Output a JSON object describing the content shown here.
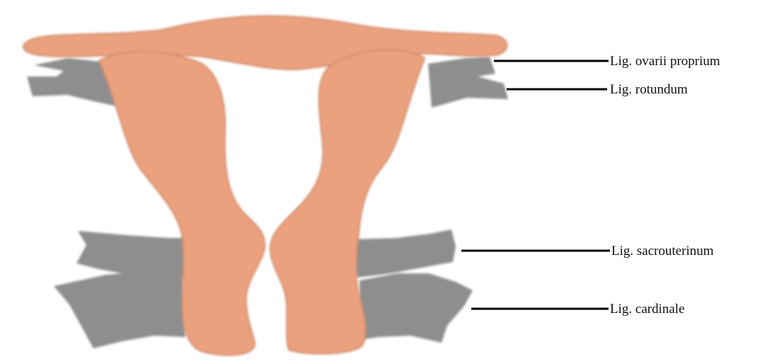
{
  "colors": {
    "tissue": "#EBA07E",
    "tissue_edge": "#D08C6C",
    "ligament": "#8E8E8E",
    "leader_line": "#000000",
    "label_text": "#111111",
    "background": "#FFFFFF"
  },
  "labels": {
    "ovarii_proprium": "Lig. ovarii proprium",
    "rotundum": "Lig. rotundum",
    "sacrouterinum": "Lig. sacrouterinum",
    "cardinale": "Lig. cardinale"
  }
}
